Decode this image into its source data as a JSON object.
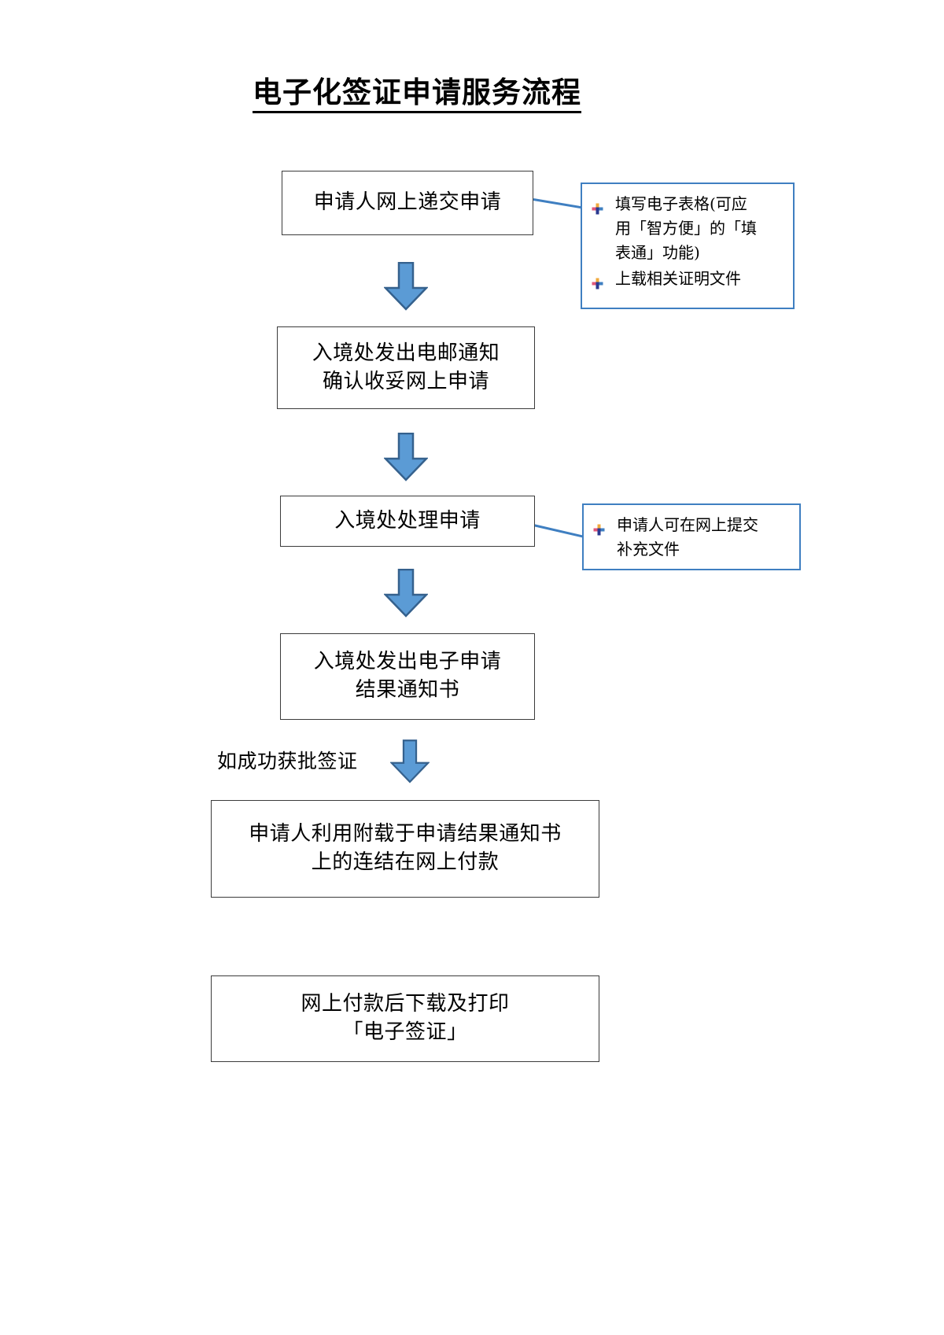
{
  "document": {
    "title": "电子化签证申请服务流程"
  },
  "flow": {
    "steps": [
      {
        "id": "step-1",
        "lines": [
          "申请人网上递交申请"
        ]
      },
      {
        "id": "step-2",
        "lines": [
          "入境处发出电邮通知",
          "确认收妥网上申请"
        ]
      },
      {
        "id": "step-3",
        "lines": [
          "入境处处理申请"
        ]
      },
      {
        "id": "step-4",
        "lines": [
          "入境处发出电子申请",
          "结果通知书"
        ]
      },
      {
        "id": "step-5",
        "lines": [
          "申请人利用附载于申请结果通知书",
          "上的连结在网上付款"
        ]
      },
      {
        "id": "step-6",
        "lines": [
          "网上付款后下载及打印",
          "「电子签证」"
        ]
      }
    ],
    "condition_label": "如成功获批签证",
    "callouts": [
      {
        "id": "callout-1",
        "items": [
          [
            "填写电子表格(可应",
            "用「智方便」的「填",
            "表通」功能)"
          ],
          [
            "上载相关证明文件"
          ]
        ]
      },
      {
        "id": "callout-2",
        "items": [
          [
            "申请人可在网上提交",
            "补充文件"
          ]
        ]
      }
    ]
  },
  "style": {
    "arrow_fill": "#5b9bd5",
    "arrow_stroke": "#35618d",
    "callout_border": "#3f7fc1",
    "connector": "#3f7fc1",
    "box_border": "#3b3b3b",
    "text": "#000000"
  },
  "icons": {
    "bullet": "sparkle-plus-bullet",
    "arrow": "down-arrow"
  }
}
